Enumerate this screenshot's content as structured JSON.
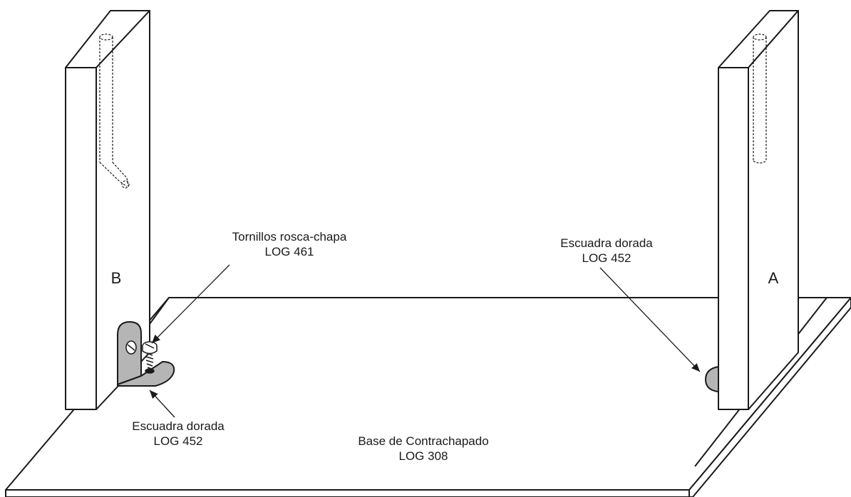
{
  "panels": {
    "left": {
      "letter": "B"
    },
    "right": {
      "letter": "A"
    }
  },
  "labels": {
    "screws": {
      "line1": "Tornillos rosca-chapa",
      "line2": "LOG 461"
    },
    "bracket_right": {
      "line1": "Escuadra dorada",
      "line2": "LOG 452"
    },
    "bracket_left": {
      "line1": "Escuadra dorada",
      "line2": "LOG 452"
    },
    "base": {
      "line1": "Base de Contrachapado",
      "line2": "LOG 308"
    }
  },
  "colors": {
    "line": "#1a1a1a",
    "bracket_fill": "#b5b5b5",
    "background": "#ffffff"
  }
}
